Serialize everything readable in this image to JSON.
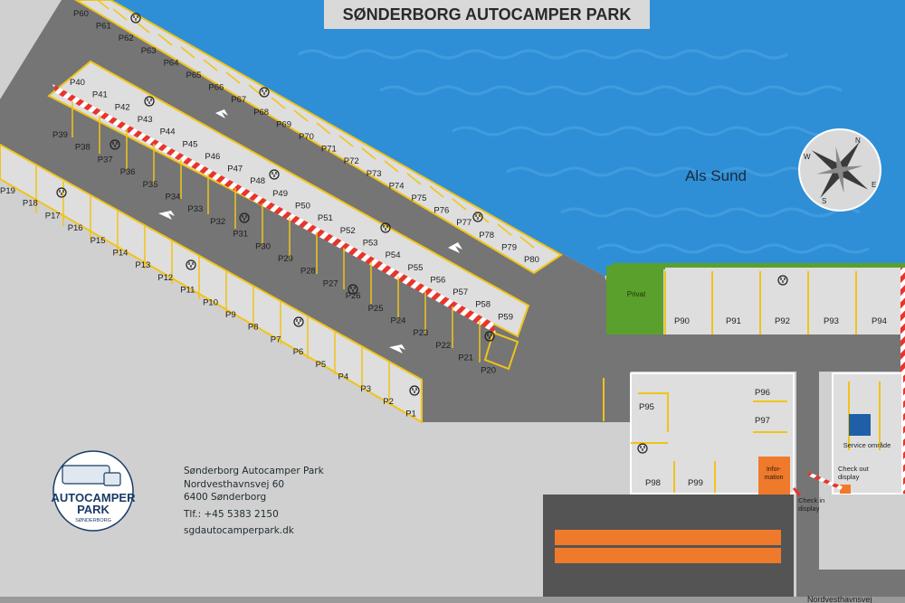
{
  "title": "SØNDERBORG AUTOCAMPER PARK",
  "water_label": "Als Sund",
  "colors": {
    "water": "#2f8fd6",
    "lot": "#dedede",
    "road": "#757575",
    "ground": "#d0d0d0",
    "line": "#f0c419",
    "hazard": "#e8352b",
    "green": "#5aa02c",
    "orange": "#f07a2b",
    "dark": "#545454"
  },
  "compass": {
    "letters": [
      "N",
      "E",
      "S",
      "W"
    ]
  },
  "logo": {
    "line1": "AUTOCAMPER",
    "line2": "PARK",
    "line3": "SØNDERBORG"
  },
  "contact": {
    "name": "Sønderborg Autocamper Park",
    "street": "Nordvesthavnsvej 60",
    "city": "6400 Sønderborg",
    "phone": "Tlf.: +45 5383 2150",
    "web": "sgdautocamperpark.dk"
  },
  "areas": {
    "privat": "Privat",
    "information_line1": "Infor-",
    "information_line2": "mation",
    "service": "Service område",
    "checkout_line1": "Check out",
    "checkout_line2": "display",
    "checkin_line1": "Check in",
    "checkin_line2": "display",
    "street": "Nordvesthavnsvej"
  },
  "stalls": {
    "row_outer_top": [
      "P60",
      "P61",
      "P62",
      "P63",
      "P64",
      "P65",
      "P66",
      "P67",
      "P68",
      "P69",
      "P70",
      "P71",
      "P72",
      "P73",
      "P74",
      "P75",
      "P76",
      "P77",
      "P78",
      "P79",
      "P80"
    ],
    "row_island_top": [
      "P40",
      "P41",
      "P42",
      "P43",
      "P44",
      "P45",
      "P46",
      "P47",
      "P48",
      "P49",
      "P50",
      "P51",
      "P52",
      "P53",
      "P54",
      "P55",
      "P56",
      "P57",
      "P58",
      "P59"
    ],
    "row_island_bottom": [
      "P39",
      "P38",
      "P37",
      "P36",
      "P35",
      "P34",
      "P33",
      "P32",
      "P31",
      "P30",
      "P29",
      "P28",
      "P27",
      "P26",
      "P25",
      "P24",
      "P23",
      "P22",
      "P21",
      "P20"
    ],
    "row_outer_bottom": [
      "P19",
      "P18",
      "P17",
      "P16",
      "P15",
      "P14",
      "P13",
      "P12",
      "P11",
      "P10",
      "P9",
      "P8",
      "P7",
      "P6",
      "P5",
      "P4",
      "P3",
      "P2",
      "P1"
    ],
    "row_east": [
      "P90",
      "P91",
      "P92",
      "P93",
      "P94"
    ],
    "service_block": [
      "P95",
      "P96",
      "P97",
      "P98",
      "P99"
    ]
  }
}
